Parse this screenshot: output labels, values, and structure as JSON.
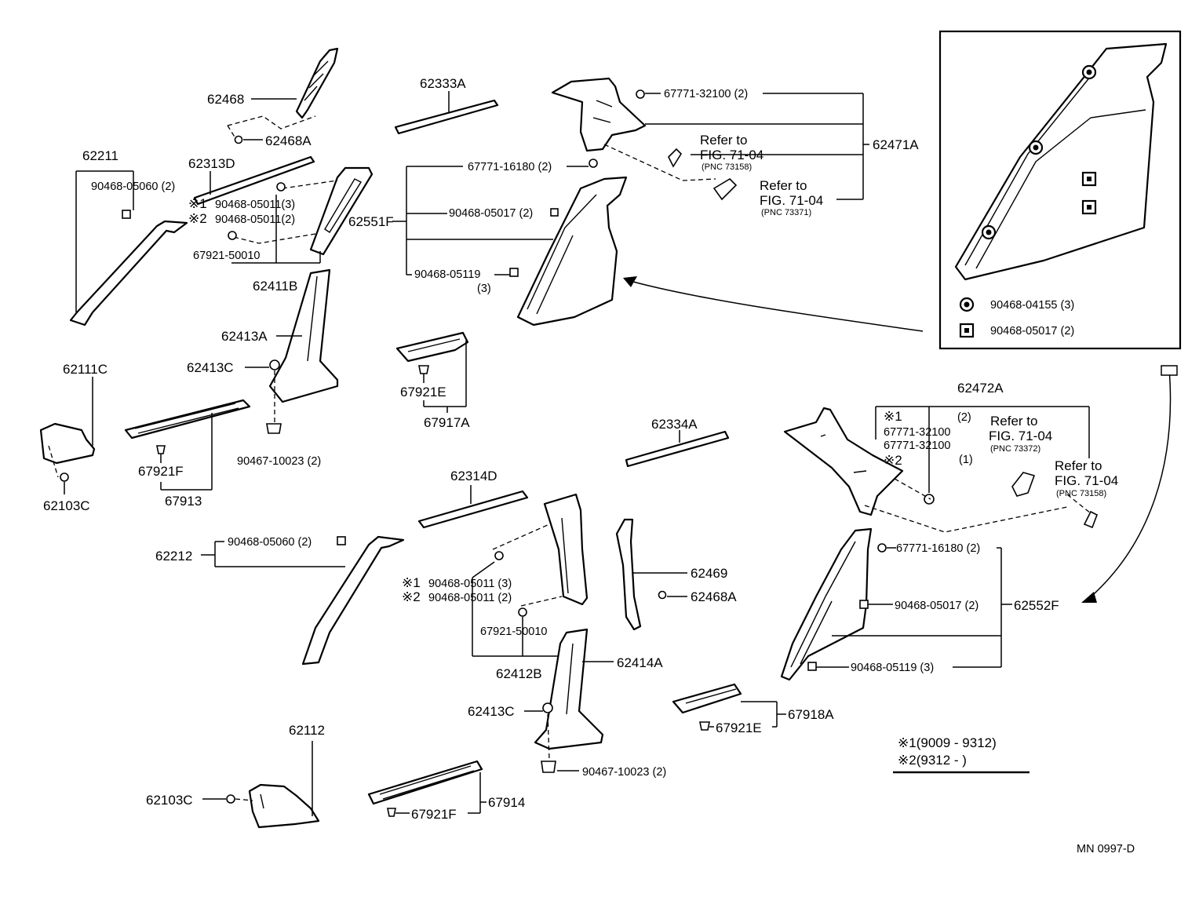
{
  "labels": {
    "p62468": "62468",
    "p62468A_top": "62468A",
    "p62211": "62211",
    "c90468_05060_top": "90468-05060 (2)",
    "p62313D": "62313D",
    "n1_top": "※1",
    "c90468_05011_3_top": "90468-05011(3)",
    "n2_top": "※2",
    "c90468_05011_2_top": "90468-05011(2)",
    "c67921_50010_top": "67921-50010",
    "p62411B": "62411B",
    "p62413A": "62413A",
    "p62413C_top": "62413C",
    "c90467_10023_top": "90467-10023 (2)",
    "p62111C": "62111C",
    "p62103C_top": "62103C",
    "p67921F_top": "67921F",
    "p67913": "67913",
    "p62333A": "62333A",
    "c67771_16180_top": "67771-16180 (2)",
    "c90468_05017_top": "90468-05017 (2)",
    "p62551F": "62551F",
    "c90468_05119_top": "90468-05119",
    "c90468_05119_top_qty": "(3)",
    "p67921E_top": "67921E",
    "p67917A": "67917A",
    "c67771_32100_top": "67771-32100 (2)",
    "refer1_a": "Refer to",
    "refer1_b": "FIG. 71-04",
    "refer1_c": "(PNC 73158)",
    "refer2_a": "Refer to",
    "refer2_b": "FIG. 71-04",
    "refer2_c": "(PNC 73371)",
    "p62471A": "62471A",
    "inset_clip1": "90468-04155 (3)",
    "inset_clip2": "90468-05017 (2)",
    "p62472A": "62472A",
    "n1_r": "※1",
    "qty2_r": "(2)",
    "c67771_32100_r1": "67771-32100",
    "c67771_32100_r2": "67771-32100",
    "n2_r": "※2",
    "qty1_r": "(1)",
    "refer3_a": "Refer to",
    "refer3_b": "FIG. 71-04",
    "refer3_c": "(PNC 73372)",
    "refer4_a": "Refer to",
    "refer4_b": "FIG. 71-04",
    "refer4_c": "(PNC 73158)",
    "p62334A": "62334A",
    "p62314D": "62314D",
    "p62212": "62212",
    "c90468_05060_bot": "90468-05060 (2)",
    "n1_bot": "※1",
    "c90468_05011_3_bot": "90468-05011 (3)",
    "n2_bot": "※2",
    "c90468_05011_2_bot": "90468-05011  (2)",
    "c67921_50010_bot": "67921-50010",
    "p62412B": "62412B",
    "p62469": "62469",
    "p62468A_bot": "62468A",
    "p62414A": "62414A",
    "p62413C_bot": "62413C",
    "c90467_10023_bot": "90467-10023 (2)",
    "c67771_16180_bot": "67771-16180 (2)",
    "c90468_05017_bot": "90468-05017 (2)",
    "p62552F": "62552F",
    "c90468_05119_bot": "90468-05119 (3)",
    "p67918A": "67918A",
    "p67921E_bot": "67921E",
    "p62112": "62112",
    "p62103C_bot": "62103C",
    "p67921F_bot": "67921F",
    "p67914": "67914",
    "legend1": "※1(9009 - 9312)",
    "legend2": "※2(9312 -        )",
    "drawing_code": "MN 0997-D"
  }
}
